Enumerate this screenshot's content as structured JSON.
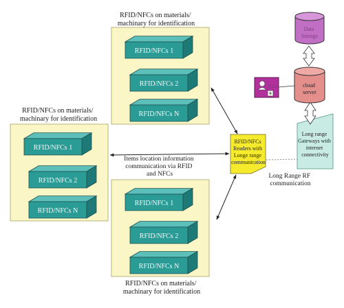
{
  "group_caption": "RFID/NFCs on materials/ machinary for identification",
  "tags": [
    "RFID/NFCs 1",
    "RFID/NFCs 2",
    "RFID/NFCs N"
  ],
  "reader": {
    "label": "RFID/NFCs Readers with Longe range communication"
  },
  "items_location_label": "Items location information communication via RFID and NFCs",
  "long_range_rf_label": "Long Range RF communication",
  "gateway": {
    "label": "Long range Gateways with internet connectivity"
  },
  "cloud_server": {
    "label": "cloud server"
  },
  "data_storage": {
    "label": "Data Storage"
  },
  "user_terminal": {
    "label": "User"
  },
  "colors": {
    "panel_fill": "#fbf6c6",
    "panel_stroke": "#b8b27a",
    "box_front": "#2b9b96",
    "box_top": "#5cbfb9",
    "box_side": "#1e7a76",
    "box_stroke": "#1e4f4d",
    "reader_fill": "#f5ea2b",
    "gateway_fill": "#c8ece3",
    "cloud_fill": "#e58f8c",
    "storage_fill": "#c06fc4",
    "user_fill": "#b2309c"
  },
  "icons": [
    "user-icon",
    "cloud-server-icon",
    "data-storage-icon",
    "double-arrow-icon"
  ]
}
